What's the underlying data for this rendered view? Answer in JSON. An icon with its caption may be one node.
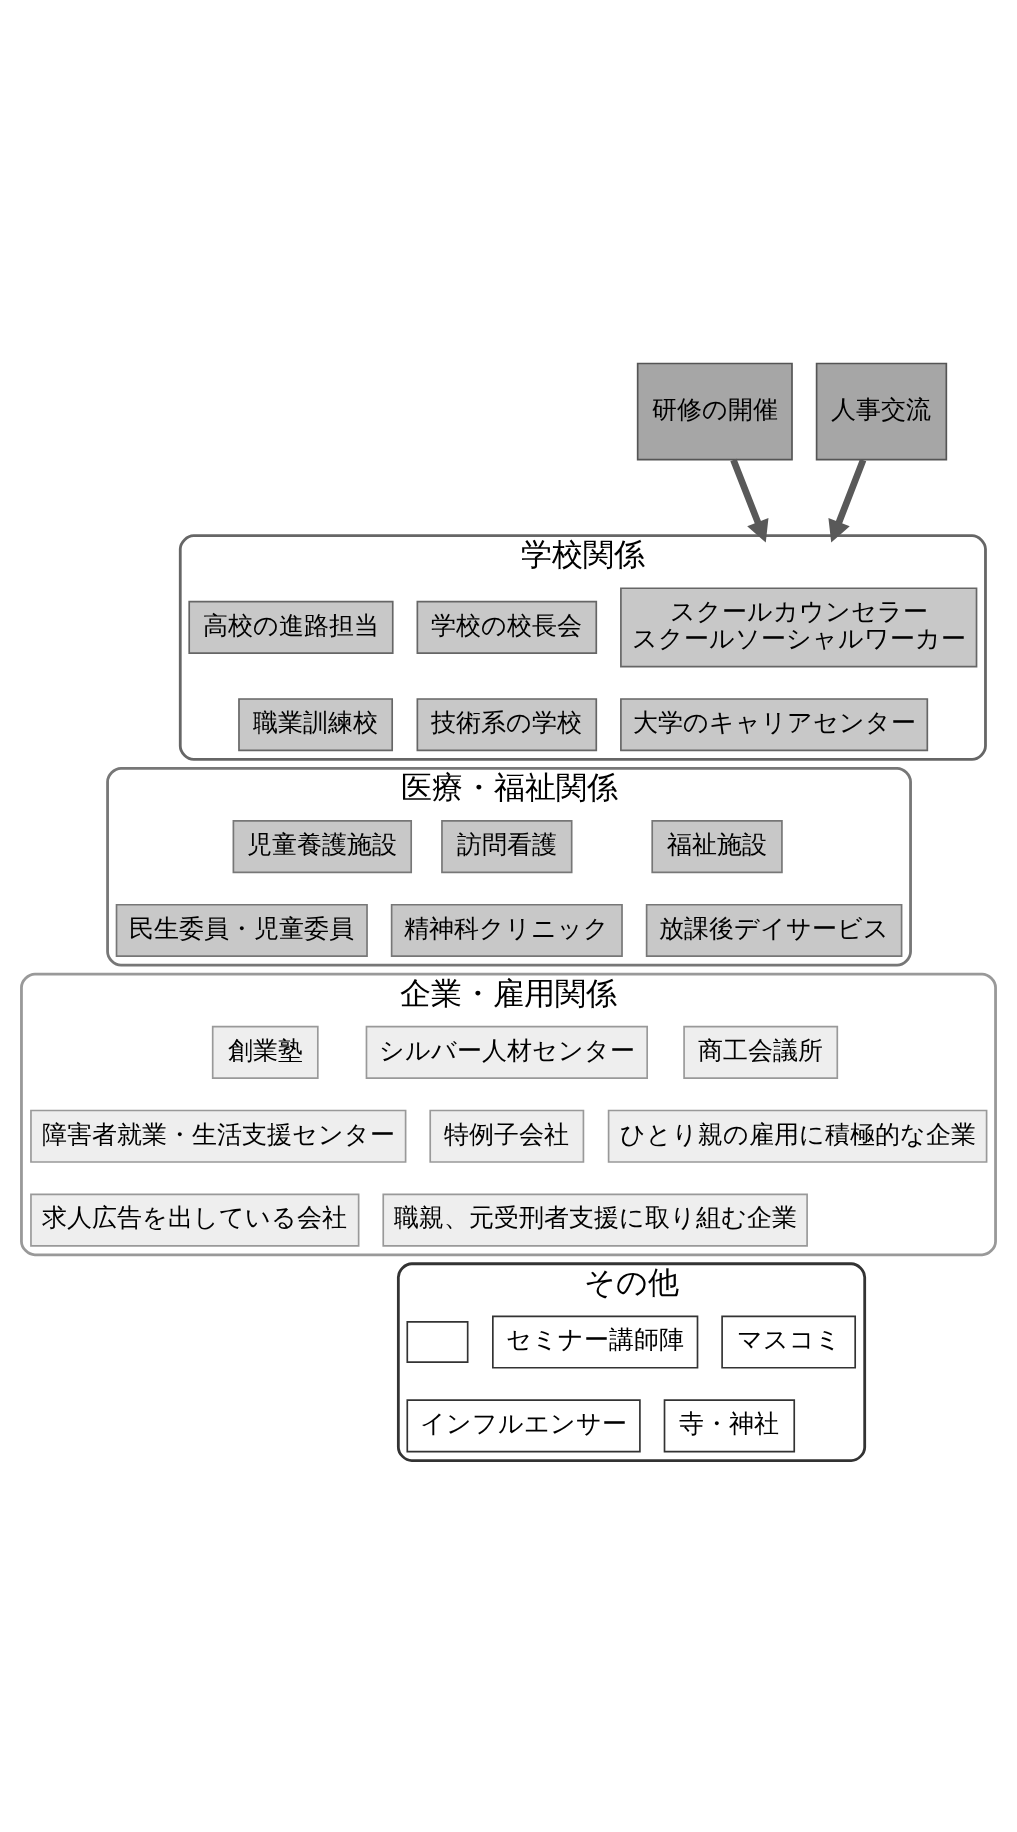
{
  "diagram": {
    "nodes": [
      {
        "text": [
          "研修の開催"
        ]
      },
      {
        "text": [
          "人事交流"
        ]
      },
      {
        "text": [
          "学校関係"
        ]
      },
      {
        "text": [
          "スクールカウンセラー",
          "スクールソーシャルワーカー"
        ],
        "in": 2
      },
      {
        "text": [
          "学校の校長会"
        ],
        "in": 2
      },
      {
        "text": [
          "高校の進路担当"
        ],
        "in": 2
      },
      {
        "text": [
          "大学のキャリアセンター"
        ],
        "in": 2
      },
      {
        "text": [
          "技術系の学校"
        ],
        "in": 2
      },
      {
        "text": [
          "職業訓練校"
        ],
        "in": 2
      },
      {
        "text": [
          "医療・福祉関係"
        ]
      },
      {
        "text": [
          "福祉施設"
        ],
        "in": 9
      },
      {
        "text": [
          "訪問看護"
        ],
        "in": 9
      },
      {
        "text": [
          "児童養護施設"
        ],
        "in": 9
      },
      {
        "text": [
          "放課後デイサービス"
        ],
        "in": 9
      },
      {
        "text": [
          "精神科クリニック"
        ],
        "in": 9
      },
      {
        "text": [
          "民生委員・児童委員"
        ],
        "in": 9
      },
      {
        "text": [
          "企業・雇用関係"
        ]
      },
      {
        "text": [
          "シルバー人材センター"
        ],
        "in": 16
      },
      {
        "text": [
          "創業塾"
        ],
        "in": 16
      },
      {
        "text": [
          "商工会議所"
        ],
        "in": 16
      },
      {
        "text": [
          "特例子会社"
        ],
        "in": 16
      },
      {
        "text": [
          "障害者就業・生活支援センター"
        ],
        "in": 16
      },
      {
        "text": [
          "ひとり親の雇用に積極的な企業"
        ],
        "in": 16
      },
      {
        "text": [
          "職親、元受刑者支援に取り組む企業"
        ],
        "in": 16
      },
      {
        "text": [
          "求人広告を出している会社"
        ],
        "in": 16
      },
      {
        "text": [
          "その他"
        ]
      },
      {
        "text": [],
        "shape": "box",
        "in": 25
      },
      {
        "text": [
          "セミナー講師陣"
        ],
        "in": 25
      },
      {
        "text": [
          "マスコミ"
        ],
        "in": 25
      },
      {
        "text": [
          "インフルエンサー"
        ],
        "in": 25
      },
      {
        "text": [
          "寺・神社"
        ],
        "in": 25
      }
    ],
    "edges": [
      {
        "from": 0,
        "to": 2,
        "arrow": "to"
      },
      {
        "from": 1,
        "to": 2,
        "arrow": "to"
      }
    ]
  }
}
